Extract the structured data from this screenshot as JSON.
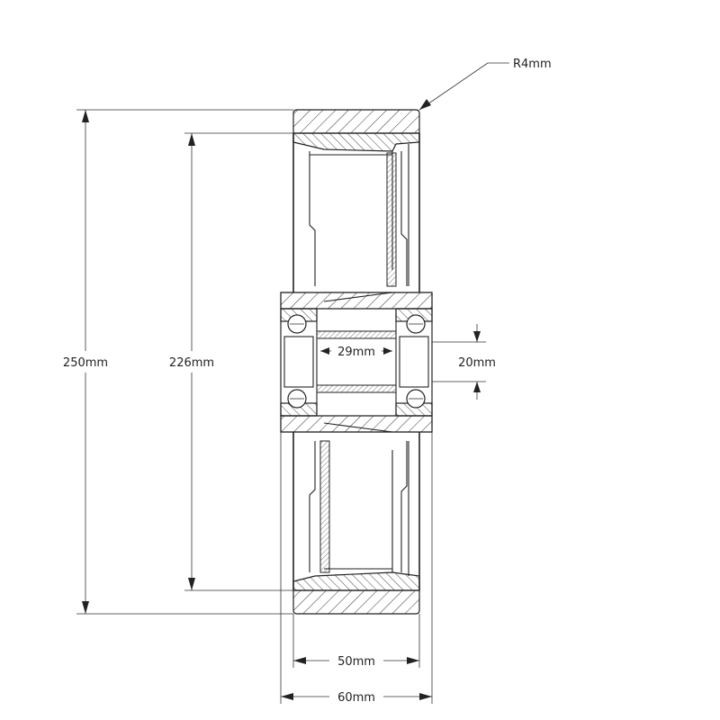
{
  "drawing": {
    "title": "",
    "dimensions": {
      "corner_radius": "R4mm",
      "outer_diameter": "250mm",
      "inner_diameter": "226mm",
      "bore": "29mm",
      "bearing_gap": "20mm",
      "tread_width": "50mm",
      "hub_width": "60mm"
    }
  }
}
